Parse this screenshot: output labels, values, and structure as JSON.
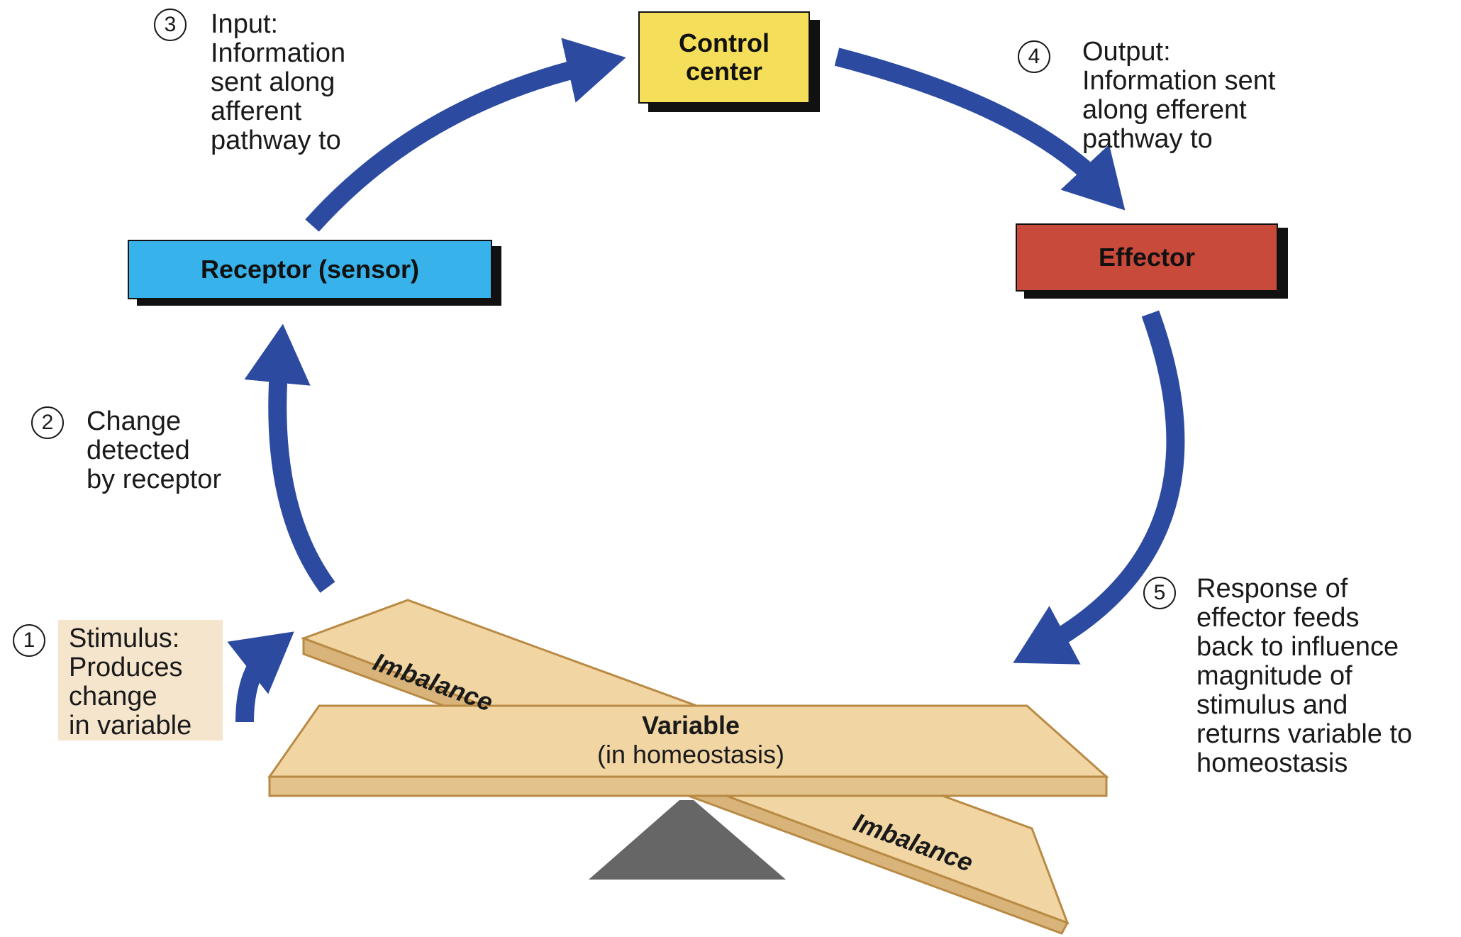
{
  "colors": {
    "arrow": "#2c4ba0",
    "control_center": "#f4de5a",
    "receptor": "#38b2ea",
    "effector": "#c84a3b",
    "seesaw": "#f1d6a4",
    "seesaw_edge": "#b98a44",
    "stimulus_bg": "#f5e5cd",
    "fulcrum": "#666666"
  },
  "boxes": {
    "control_center": "Control\ncenter",
    "receptor": "Receptor (sensor)",
    "effector": "Effector"
  },
  "steps": [
    {
      "number": "1",
      "text": "Stimulus:\nProduces\nchange\nin variable"
    },
    {
      "number": "2",
      "text": "Change\ndetected\nby receptor"
    },
    {
      "number": "3",
      "text": "Input:\nInformation\nsent along\nafferent\npathway to"
    },
    {
      "number": "4",
      "text": "Output:\nInformation sent\nalong efferent\npathway to"
    },
    {
      "number": "5",
      "text": "Response of\neffector feeds\nback to influence\nmagnitude of\nstimulus and\nreturns variable to\nhomeostasis"
    }
  ],
  "seesaw": {
    "variable_title": "Variable",
    "variable_subtitle": "(in homeostasis)",
    "imbalance_top": "Imbalance",
    "imbalance_bottom": "Imbalance"
  }
}
